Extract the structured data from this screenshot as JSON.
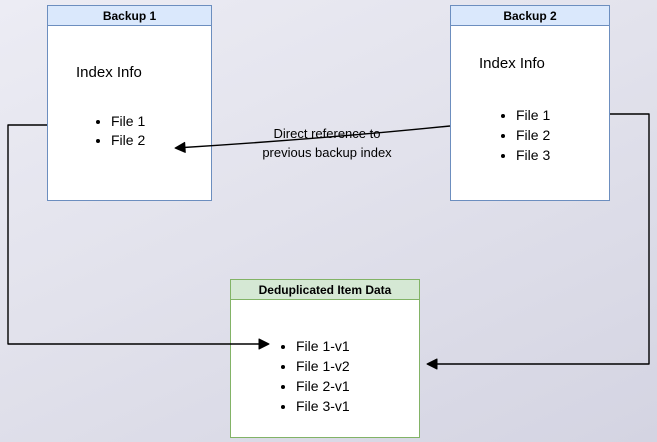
{
  "diagram": {
    "backup1": {
      "title": "Backup 1",
      "subtitle": "Index Info",
      "items": [
        "File 1",
        "File 2"
      ]
    },
    "backup2": {
      "title": "Backup 2",
      "subtitle": "Index Info",
      "items": [
        "File 1",
        "File 2",
        "File 3"
      ]
    },
    "dedup": {
      "title": "Deduplicated Item Data",
      "items": [
        "File 1-v1",
        "File 1-v2",
        "File 2-v1",
        "File 3-v1"
      ]
    },
    "annotation": {
      "line1": "Direct reference to",
      "line2": "previous backup index"
    },
    "colors": {
      "blue_header_bg": "#dae8fc",
      "blue_border": "#6c8ebf",
      "green_header_bg": "#d5e8d4",
      "green_border": "#82b366",
      "box_bg": "#ffffff",
      "arrow": "#000000"
    }
  }
}
